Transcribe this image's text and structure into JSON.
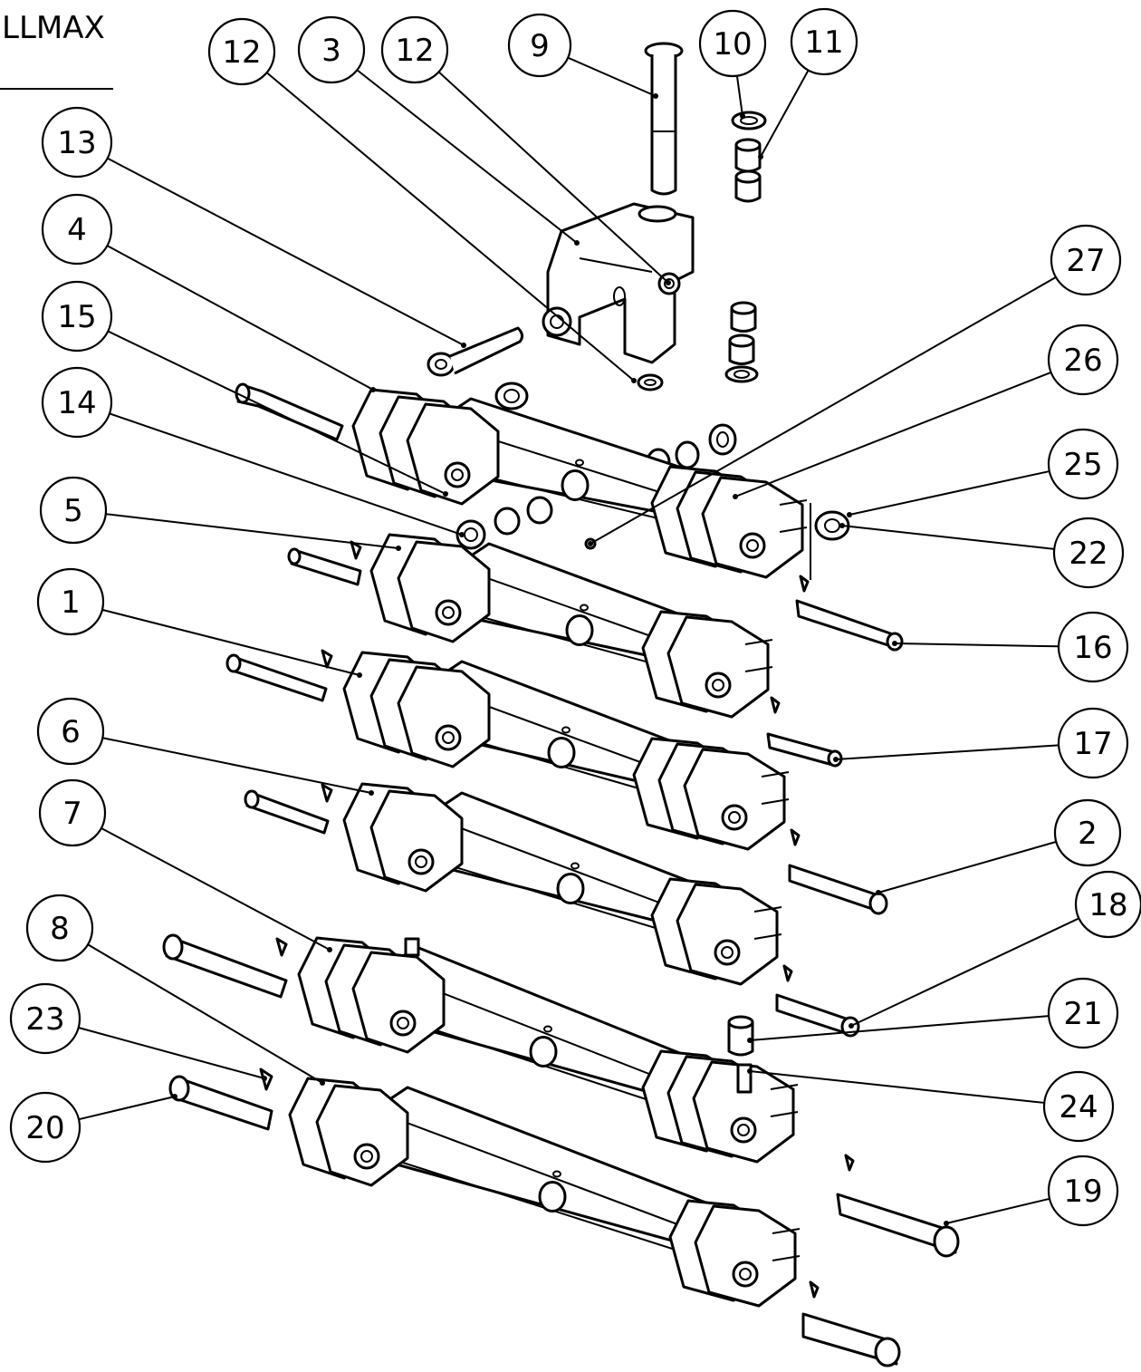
{
  "title_block": {
    "text": "LLMAX"
  },
  "balloons": [
    {
      "label": "12"
    },
    {
      "label": "3"
    },
    {
      "label": "12"
    },
    {
      "label": "9"
    },
    {
      "label": "10"
    },
    {
      "label": "11"
    },
    {
      "label": "13"
    },
    {
      "label": "4"
    },
    {
      "label": "15"
    },
    {
      "label": "14"
    },
    {
      "label": "5"
    },
    {
      "label": "1"
    },
    {
      "label": "6"
    },
    {
      "label": "7"
    },
    {
      "label": "8"
    },
    {
      "label": "23"
    },
    {
      "label": "20"
    },
    {
      "label": "27"
    },
    {
      "label": "26"
    },
    {
      "label": "25"
    },
    {
      "label": "22"
    },
    {
      "label": "16"
    },
    {
      "label": "17"
    },
    {
      "label": "2"
    },
    {
      "label": "18"
    },
    {
      "label": "21"
    },
    {
      "label": "24"
    },
    {
      "label": "19"
    }
  ]
}
